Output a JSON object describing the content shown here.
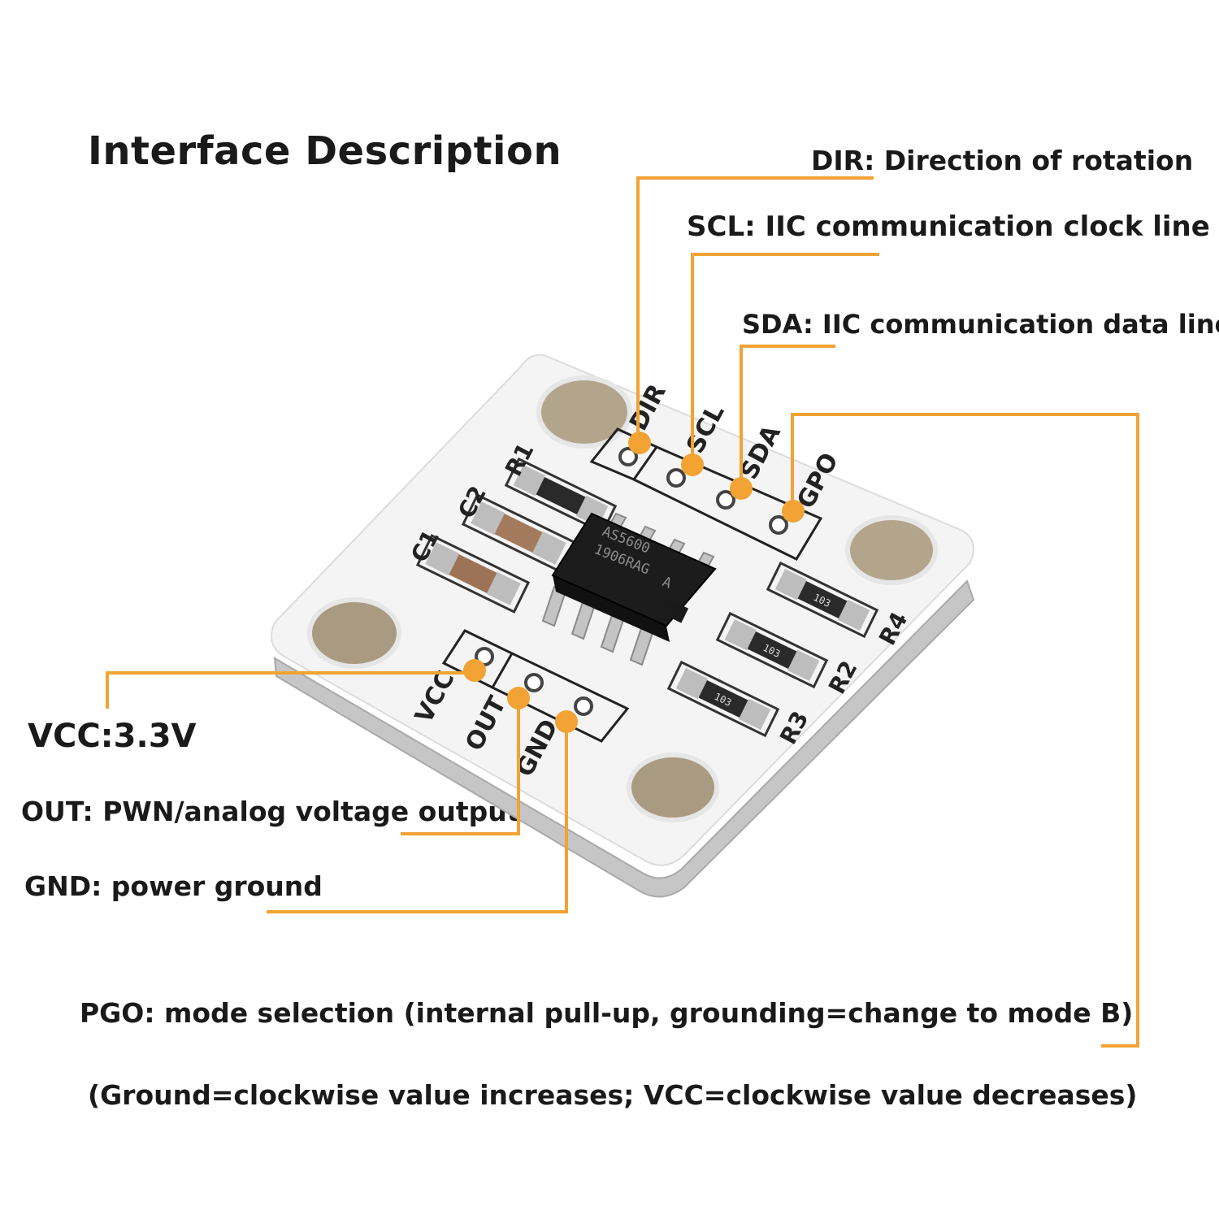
{
  "title": "Interface Description",
  "descriptions": {
    "dir": "DIR: Direction of rotation",
    "scl": "SCL: IIC communication clock line",
    "sda": "SDA: IIC communication data line",
    "vcc": "VCC:3.3V",
    "out": "OUT: PWN/analog voltage output",
    "gnd": "GND: power ground",
    "pgo": "PGO: mode selection (internal pull-up, grounding=change to mode B)",
    "note": "(Ground=clockwise value increases; VCC=clockwise value decreases)"
  },
  "board": {
    "pins_top": [
      "DIR",
      "SCL",
      "SDA",
      "GPO"
    ],
    "pins_bottom": [
      "VCC",
      "OUT",
      "GND"
    ],
    "components": [
      "R1",
      "C2",
      "C1",
      "R4",
      "R2",
      "R3"
    ],
    "chip_text_line1": "AS5600",
    "chip_text_line2": "1906RAG",
    "chip_text_line3": "A",
    "resistor_code": "103"
  },
  "colors": {
    "leader_line": "#f2a333",
    "board": "#f4f4f4",
    "board_edge": "#c9c9c9",
    "silkscreen": "#222222"
  }
}
